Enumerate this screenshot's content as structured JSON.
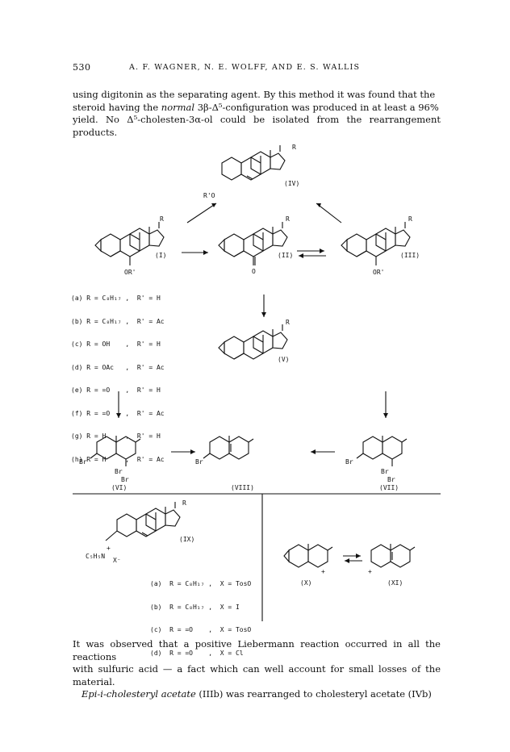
{
  "header": {
    "page_number": "530",
    "running_head": "A. F. WAGNER, N. E. WOLFF, AND E. S. WALLIS"
  },
  "para_top": [
    "using digitonin as the separating agent. By this method it was found that the",
    "steroid having the ",
    "normal",
    " 3β-Δ⁵-configuration was produced in at least a 96%",
    "yield. No Δ⁵-cholesten-3α-ol could be isolated from the rearrangement products."
  ],
  "para_bottom": [
    "It was observed that a positive Liebermann reaction occurred in all the reactions",
    "with sulfuric acid — a fact which can well account for small losses of the material.",
    "Epi-i-cholesteryl acetate",
    " (IIIb) was rearranged to cholesteryl acetate (IVb)"
  ],
  "labels": {
    "iv": "(IV)",
    "i": "(I)",
    "ii": "(II)",
    "iii": "(III)",
    "v": "(V)",
    "vi": "(VI)",
    "viii": "(VIII)",
    "vii": "(VII)",
    "ix": "(IX)",
    "x": "(X)",
    "xi": "(XI)",
    "r": "R",
    "ro": "R'O",
    "or": "OR'",
    "o": "O",
    "br": "Br",
    "cation": "C₅H₅N",
    "xminus": "X⁻",
    "plus": "+"
  },
  "list_i": [
    "(a) R = C₈H₁₇ ,  R' = H",
    "(b) R = C₈H₁₇ ,  R' = Ac",
    "(c) R = OH    ,  R' = H",
    "(d) R = OAc   ,  R' = Ac",
    "(e) R = =O    ,  R' = H",
    "(f) R = =O    ,  R' = Ac",
    "(g) R = H     ,  R' = H",
    "(h) R = H     ,  R' = Ac"
  ],
  "list_ix": [
    "(a)  R = C₈H₁₇ ,  X = TosO",
    "(b)  R = C₈H₁₇ ,  X = I",
    "(c)  R = =O    ,  X = TosO",
    "(d)  R = =O    ,  X = Cl"
  ]
}
